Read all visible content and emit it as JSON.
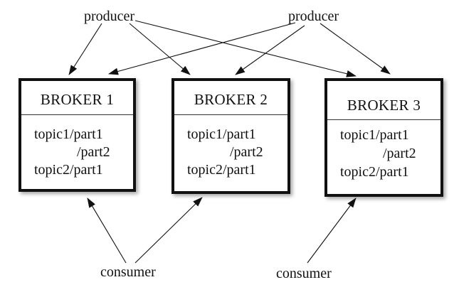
{
  "producers": [
    {
      "label": "producer"
    },
    {
      "label": "producer"
    }
  ],
  "consumers": [
    {
      "label": "consumer"
    },
    {
      "label": "consumer"
    }
  ],
  "brokers": [
    {
      "title": "BROKER 1",
      "partitions": [
        "topic1/part1",
        "/part2",
        "topic2/part1"
      ]
    },
    {
      "title": "BROKER 2",
      "partitions": [
        "topic1/part1",
        "/part2",
        "topic2/part1"
      ]
    },
    {
      "title": "BROKER 3",
      "partitions": [
        "topic1/part1",
        "/part2",
        "topic2/part1"
      ]
    }
  ],
  "colors": {
    "line": "#111111",
    "background": "#ffffff"
  }
}
